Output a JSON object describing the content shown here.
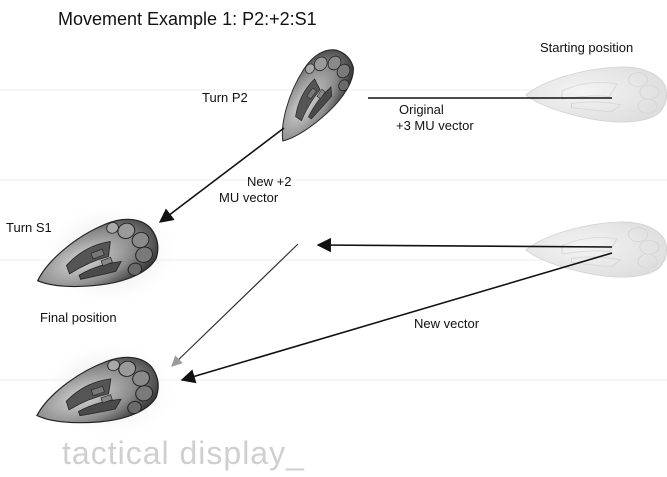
{
  "title": {
    "prefix": "Movement Example 1:",
    "code": "P2:+2:S1"
  },
  "labels": {
    "starting_position": "Starting position",
    "turn_p2": "Turn P2",
    "original_vector_line1": "Original",
    "original_vector_line2": "+3 MU vector",
    "new_vector_line1": "New +2",
    "new_vector_line2": "MU vector",
    "turn_s1": "Turn S1",
    "final_position": "Final position",
    "new_vector": "New vector"
  },
  "watermark": "tactical display_",
  "colors": {
    "ink": "#111111",
    "ghost": "#dcdcdc",
    "ship_dark": "#3a3a3a",
    "ship_light": "#bdbdbd"
  }
}
